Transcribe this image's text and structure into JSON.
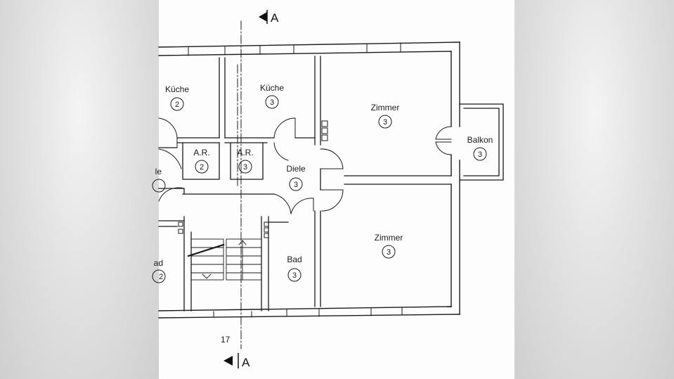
{
  "section_marker": {
    "top": "A",
    "bottom": "A"
  },
  "axis_number": "17",
  "rooms": [
    {
      "id": "kueche-2",
      "name": "Küche",
      "unit": "2"
    },
    {
      "id": "kueche-3",
      "name": "Küche",
      "unit": "3"
    },
    {
      "id": "zimmer-top",
      "name": "Zimmer",
      "unit": "3"
    },
    {
      "id": "balkon",
      "name": "Balkon",
      "unit": "3"
    },
    {
      "id": "ar-2",
      "name": "A.R.",
      "unit": "2"
    },
    {
      "id": "ar-3",
      "name": "A.R.",
      "unit": "3"
    },
    {
      "id": "diele-3",
      "name": "Diele",
      "unit": "3"
    },
    {
      "id": "diele-2",
      "name": "le",
      "unit": ""
    },
    {
      "id": "zimmer-bottom",
      "name": "Zimmer",
      "unit": "3"
    },
    {
      "id": "bad-3",
      "name": "Bad",
      "unit": "3"
    },
    {
      "id": "bad-2",
      "name": "ad",
      "unit": "2"
    }
  ]
}
